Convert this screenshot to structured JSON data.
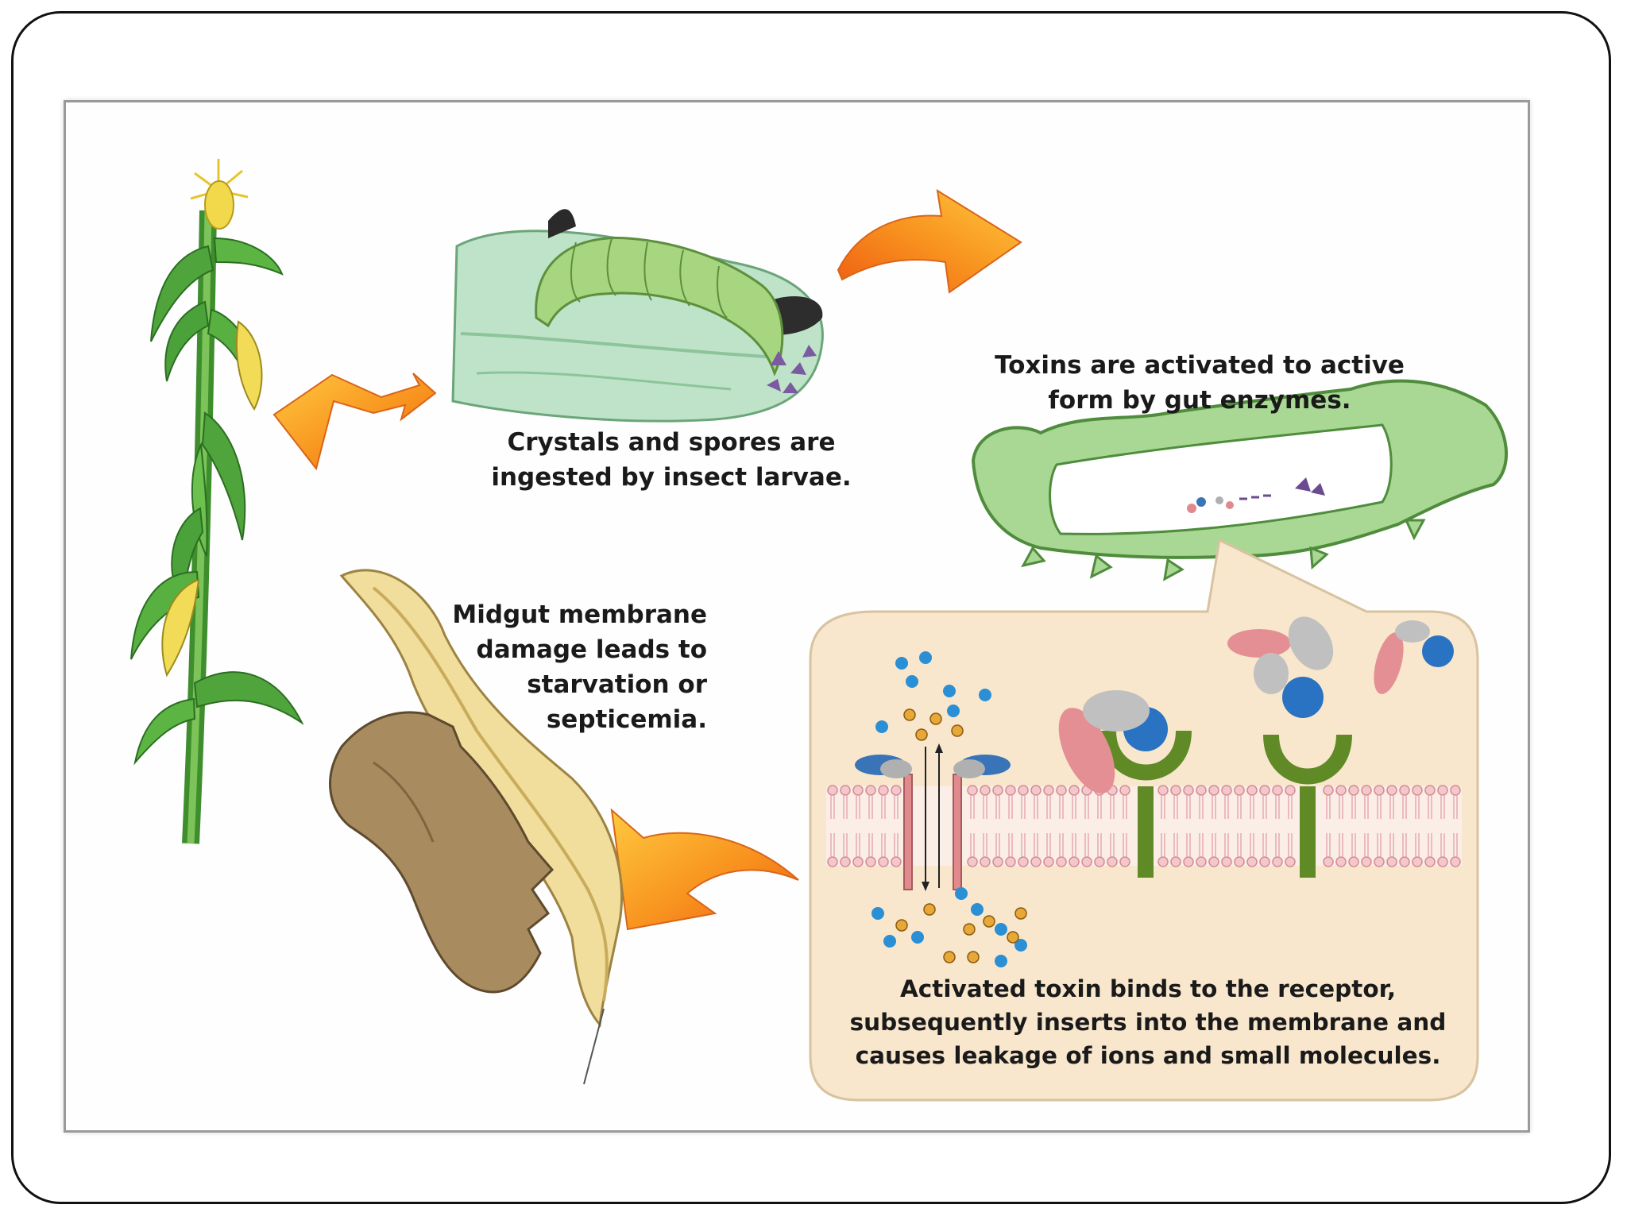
{
  "captions": {
    "crystals": "Crystals and spores are ingested by insect larvae.",
    "toxins": "Toxins are activated to active form by gut enzymes.",
    "midgut": "Midgut membrane damage leads to starvation or septicemia.",
    "binds": "Activated toxin binds to the receptor, subsequently inserts into the membrane and causes leakage of ions and small molecules."
  },
  "colors": {
    "arrow_orange": "#f07a1a",
    "arrow_yellow": "#ffc33a",
    "larva_green": "#a9d78e",
    "panel_beige": "#f7e6cb",
    "receptor_green": "#5f8a25",
    "toxin_pink": "#e08a8e",
    "ion_blue": "#2a8fd4",
    "molecule_orange": "#e8a838"
  }
}
